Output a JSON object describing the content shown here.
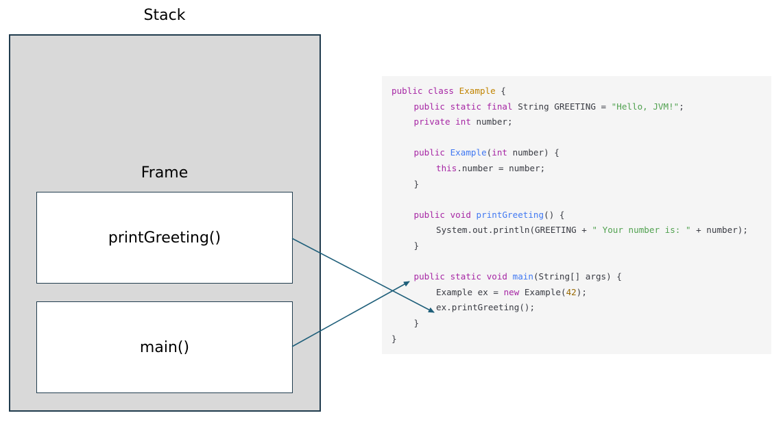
{
  "stack": {
    "title": "Stack"
  },
  "frame": {
    "title": "Frame"
  },
  "frames": [
    {
      "label": "printGreeting()"
    },
    {
      "label": "main()"
    }
  ],
  "code": {
    "lines": [
      {
        "indent": 0,
        "tokens": [
          {
            "t": "public",
            "k": "kw"
          },
          {
            "t": " "
          },
          {
            "t": "class",
            "k": "kw"
          },
          {
            "t": " "
          },
          {
            "t": "Example",
            "k": "ty"
          },
          {
            "t": " {"
          }
        ]
      },
      {
        "indent": 1,
        "tokens": [
          {
            "t": "public",
            "k": "kw"
          },
          {
            "t": " "
          },
          {
            "t": "static",
            "k": "kw"
          },
          {
            "t": " "
          },
          {
            "t": "final",
            "k": "kw"
          },
          {
            "t": " String GREETING = "
          },
          {
            "t": "\"Hello, JVM!\"",
            "k": "st"
          },
          {
            "t": ";"
          }
        ]
      },
      {
        "indent": 1,
        "tokens": [
          {
            "t": "private",
            "k": "kw"
          },
          {
            "t": " "
          },
          {
            "t": "int",
            "k": "kw"
          },
          {
            "t": " number;"
          }
        ]
      },
      {
        "indent": 0,
        "tokens": []
      },
      {
        "indent": 1,
        "tokens": [
          {
            "t": "public",
            "k": "kw"
          },
          {
            "t": " "
          },
          {
            "t": "Example",
            "k": "fn"
          },
          {
            "t": "("
          },
          {
            "t": "int",
            "k": "kw"
          },
          {
            "t": " number) {"
          }
        ]
      },
      {
        "indent": 2,
        "tokens": [
          {
            "t": "this",
            "k": "kw"
          },
          {
            "t": ".number = number;"
          }
        ]
      },
      {
        "indent": 1,
        "tokens": [
          {
            "t": "}"
          }
        ]
      },
      {
        "indent": 0,
        "tokens": []
      },
      {
        "indent": 1,
        "tokens": [
          {
            "t": "public",
            "k": "kw"
          },
          {
            "t": " "
          },
          {
            "t": "void",
            "k": "kw"
          },
          {
            "t": " "
          },
          {
            "t": "printGreeting",
            "k": "fn"
          },
          {
            "t": "() {"
          }
        ]
      },
      {
        "indent": 2,
        "tokens": [
          {
            "t": "System.out.println(GREETING + "
          },
          {
            "t": "\" Your number is: \"",
            "k": "st"
          },
          {
            "t": " + number);"
          }
        ]
      },
      {
        "indent": 1,
        "tokens": [
          {
            "t": "}"
          }
        ]
      },
      {
        "indent": 0,
        "tokens": []
      },
      {
        "indent": 1,
        "tokens": [
          {
            "t": "public",
            "k": "kw"
          },
          {
            "t": " "
          },
          {
            "t": "static",
            "k": "kw"
          },
          {
            "t": " "
          },
          {
            "t": "void",
            "k": "kw"
          },
          {
            "t": " "
          },
          {
            "t": "main",
            "k": "fn"
          },
          {
            "t": "(String[] args) {"
          }
        ]
      },
      {
        "indent": 2,
        "tokens": [
          {
            "t": "Example ex = "
          },
          {
            "t": "new",
            "k": "kw"
          },
          {
            "t": " Example("
          },
          {
            "t": "42",
            "k": "nu"
          },
          {
            "t": ");"
          }
        ]
      },
      {
        "indent": 2,
        "tokens": [
          {
            "t": "ex.printGreeting();"
          }
        ]
      },
      {
        "indent": 1,
        "tokens": [
          {
            "t": "}"
          }
        ]
      },
      {
        "indent": 0,
        "tokens": [
          {
            "t": "}"
          }
        ]
      }
    ]
  },
  "colors": {
    "stack_fill": "#d9d9d9",
    "border": "#1f3b4d",
    "arrow": "#1f5f7a",
    "code_bg": "#f5f5f5",
    "keyword": "#a626a4",
    "type": "#c18401",
    "function": "#4078f2",
    "string": "#50a14f",
    "number": "#986801"
  },
  "arrows": [
    {
      "from": "frame-printgreeting",
      "to": "code-line-ex-printgreeting"
    },
    {
      "from": "frame-main",
      "to": "code-line-main-declaration"
    }
  ]
}
